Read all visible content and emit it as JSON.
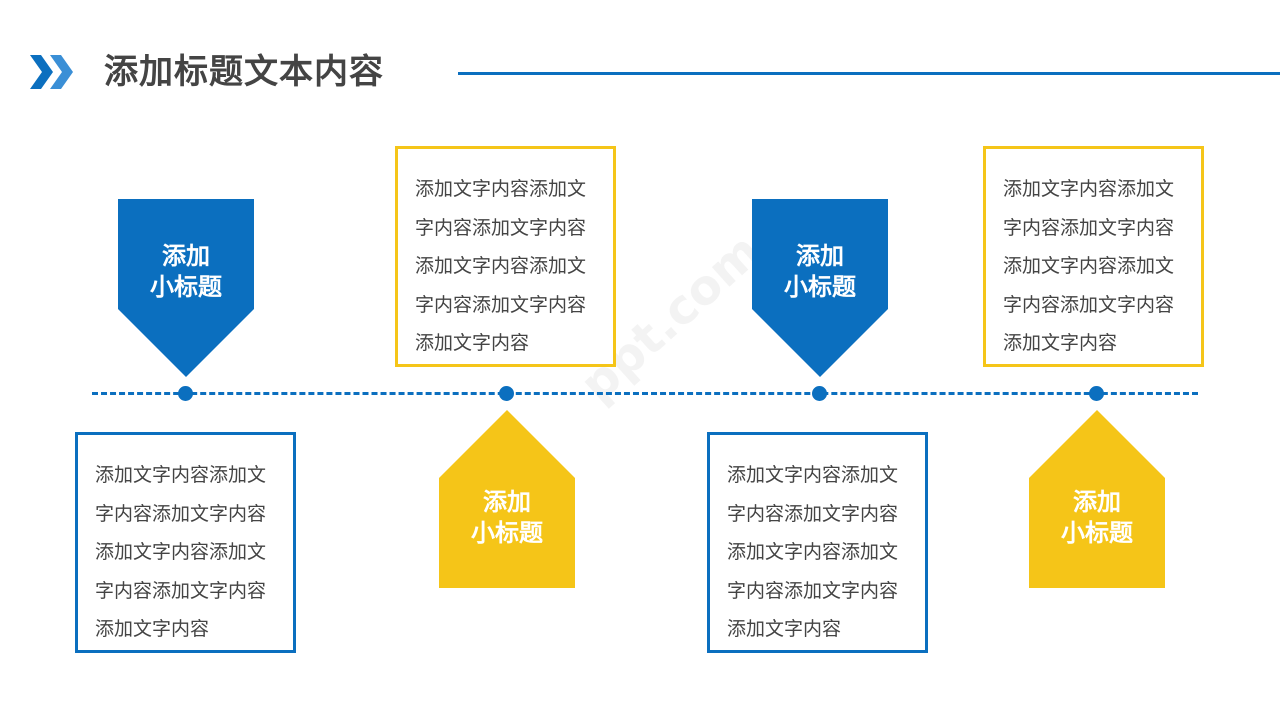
{
  "title": "添加标题文本内容",
  "colors": {
    "blue": "#0b6fbf",
    "yellow": "#f5c518",
    "text": "#444444"
  },
  "watermark": "ppt.com",
  "milestones": [
    {
      "subtitle_line1": "添加",
      "subtitle_line2": "小标题",
      "badge_color": "blue",
      "badge_shape": "arrow-down",
      "text_lines": [
        "添加文字内容添加文",
        "字内容添加文字内容",
        "添加文字内容添加文",
        "字内容添加文字内容",
        "添加文字内容"
      ]
    },
    {
      "subtitle_line1": "添加",
      "subtitle_line2": "小标题",
      "badge_color": "yellow",
      "badge_shape": "arrow-up",
      "text_lines": [
        "添加文字内容添加文",
        "字内容添加文字内容",
        "添加文字内容添加文",
        "字内容添加文字内容",
        "添加文字内容"
      ]
    },
    {
      "subtitle_line1": "添加",
      "subtitle_line2": "小标题",
      "badge_color": "blue",
      "badge_shape": "arrow-down",
      "text_lines": [
        "添加文字内容添加文",
        "字内容添加文字内容",
        "添加文字内容添加文",
        "字内容添加文字内容",
        "添加文字内容"
      ]
    },
    {
      "subtitle_line1": "添加",
      "subtitle_line2": "小标题",
      "badge_color": "yellow",
      "badge_shape": "arrow-up",
      "text_lines": [
        "添加文字内容添加文",
        "字内容添加文字内容",
        "添加文字内容添加文",
        "字内容添加文字内容",
        "添加文字内容"
      ]
    }
  ]
}
